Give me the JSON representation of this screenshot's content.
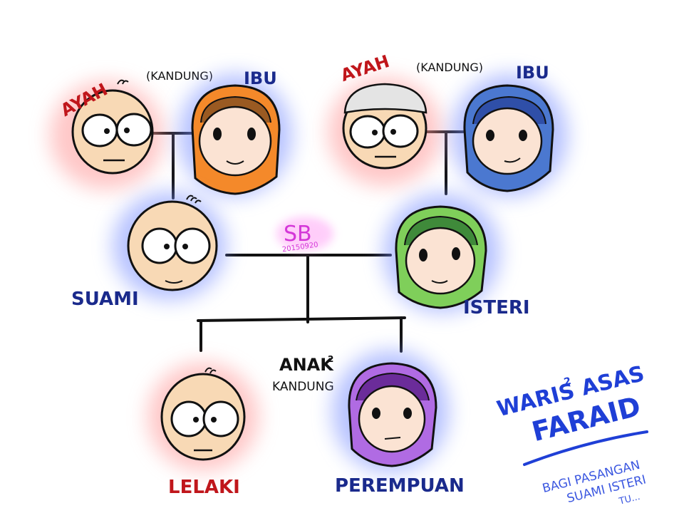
{
  "colors": {
    "red_label": "#c0161b",
    "blue_label": "#1a2a8c",
    "title_blue": "#1f3fd6",
    "line": "#111111",
    "skin": "#f8d9b5",
    "male_glow": "#ff8080",
    "female_glow": "#6f86ff",
    "signature": "#d437d8"
  },
  "paternal": {
    "father_label": "AYAH",
    "mother_label": "IBU",
    "relation_note": "(KANDUNG)"
  },
  "maternal": {
    "father_label": "AYAH",
    "mother_label": "IBU",
    "relation_note": "(KANDUNG)"
  },
  "couple": {
    "husband_label": "SUAMI",
    "wife_label": "ISTERI"
  },
  "signature": {
    "initials": "SB",
    "date": "20150920"
  },
  "children": {
    "group_label": "ANAK",
    "group_superscript": "2",
    "group_note": "KANDUNG",
    "son_label": "LELAKI",
    "daughter_label": "PEREMPUAN"
  },
  "title": {
    "line1": "WARIS",
    "line1_sup": "2",
    "line1_rest": "ASAS",
    "line2": "FARAID",
    "subtitle_line1": "BAGI PASANGAN",
    "subtitle_line2": "SUAMI ISTERI",
    "subtitle_line3": "TU..."
  }
}
